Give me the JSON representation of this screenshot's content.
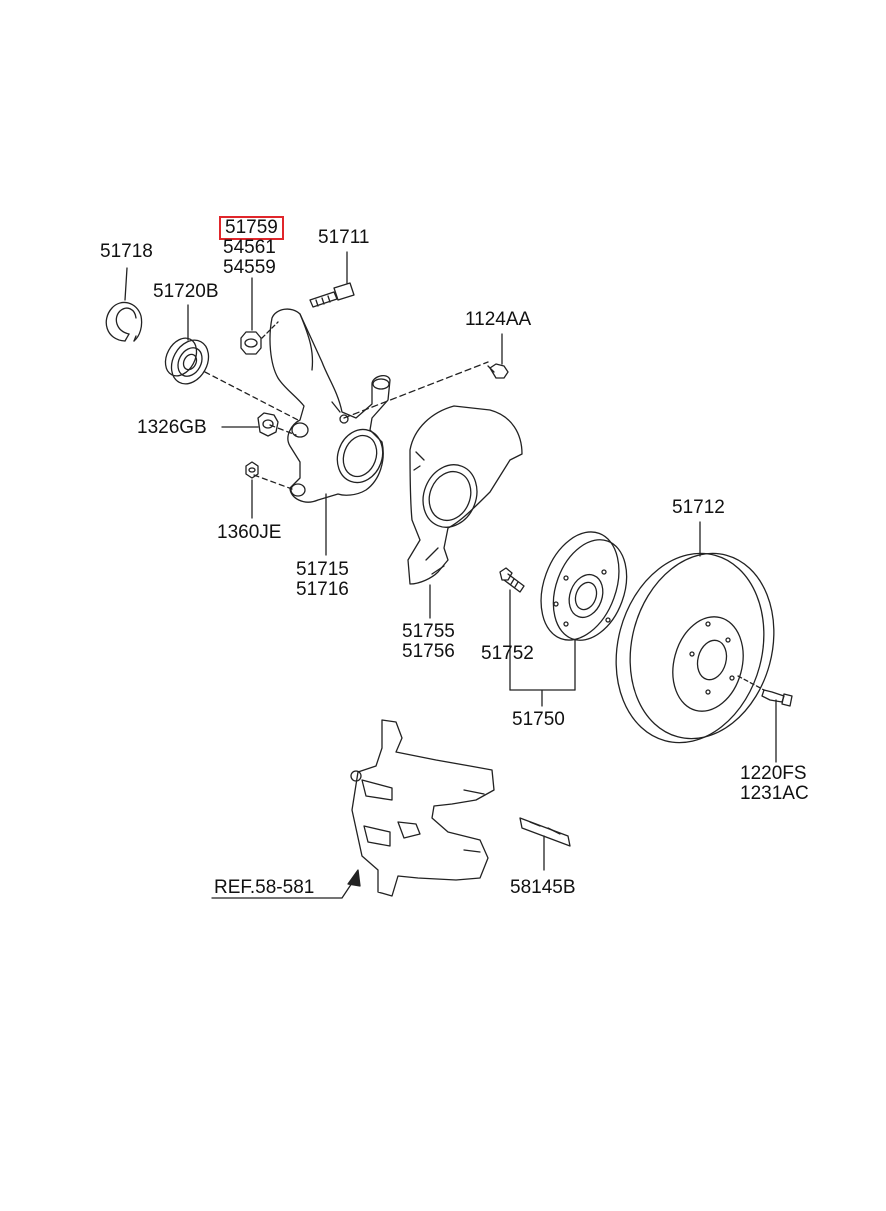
{
  "highlight_color": "#e0262b",
  "labels": {
    "p51759": "51759",
    "p54561": "54561",
    "p54559": "54559",
    "p51711": "51711",
    "p51718": "51718",
    "p51720B": "51720B",
    "p1124AA": "1124AA",
    "p1326GB": "1326GB",
    "p1360JE": "1360JE",
    "p51715": "51715",
    "p51716": "51716",
    "p51712": "51712",
    "p51755": "51755",
    "p51756": "51756",
    "p51752": "51752",
    "p51750": "51750",
    "p1220FS": "1220FS",
    "p1231AC": "1231AC",
    "pREF": "REF.58-581",
    "p58145B": "58145B"
  }
}
